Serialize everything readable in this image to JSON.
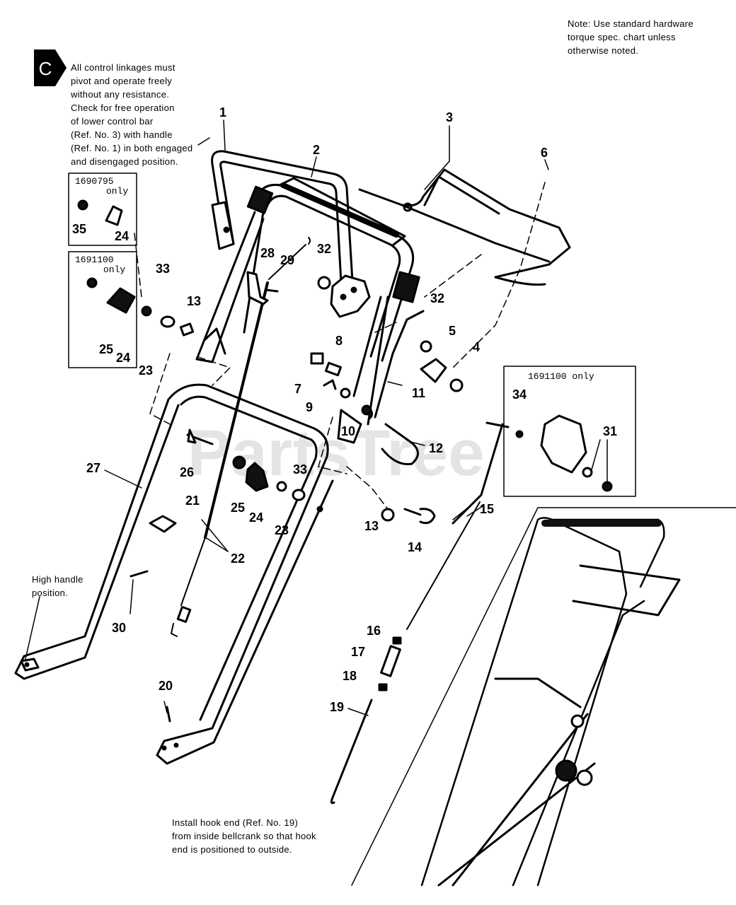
{
  "badge": {
    "letter": "C"
  },
  "notes": {
    "linkage": "All control linkages must\npivot and operate freely\nwithout any resistance.\nCheck for free operation\nof lower control bar\n(Ref. No. 3) with handle\n(Ref. No. 1) in both engaged\nand disengaged position.",
    "torque": "Note: Use standard hardware\ntorque spec. chart unless\notherwise noted.",
    "high_handle": "High handle\nposition.",
    "hook": "Install hook end (Ref. No. 19)\nfrom inside bellcrank so that hook\nend is positioned to outside."
  },
  "inset_boxes": {
    "box_a": {
      "model": "1690795",
      "suffix": "only"
    },
    "box_b": {
      "model": "1691100",
      "suffix": "only"
    },
    "box_c": {
      "label": "1691100 only"
    }
  },
  "watermark": "PartsTree",
  "callouts": {
    "c1": "1",
    "c2": "2",
    "c3": "3",
    "c4": "4",
    "c5": "5",
    "c6": "6",
    "c7": "7",
    "c8": "8",
    "c9": "9",
    "c10": "10",
    "c11": "11",
    "c12": "12",
    "c13a": "13",
    "c13b": "13",
    "c14": "14",
    "c15": "15",
    "c16": "16",
    "c17": "17",
    "c18": "18",
    "c19": "19",
    "c20": "20",
    "c21": "21",
    "c22": "22",
    "c23a": "23",
    "c23b": "23",
    "c24a": "24",
    "c24b": "24",
    "c24c": "24",
    "c25a": "25",
    "c25b": "25",
    "c26": "26",
    "c27": "27",
    "c28": "28",
    "c29": "29",
    "c30": "30",
    "c31": "31",
    "c32a": "32",
    "c32b": "32",
    "c33a": "33",
    "c33b": "33",
    "c34": "34",
    "c35": "35"
  }
}
